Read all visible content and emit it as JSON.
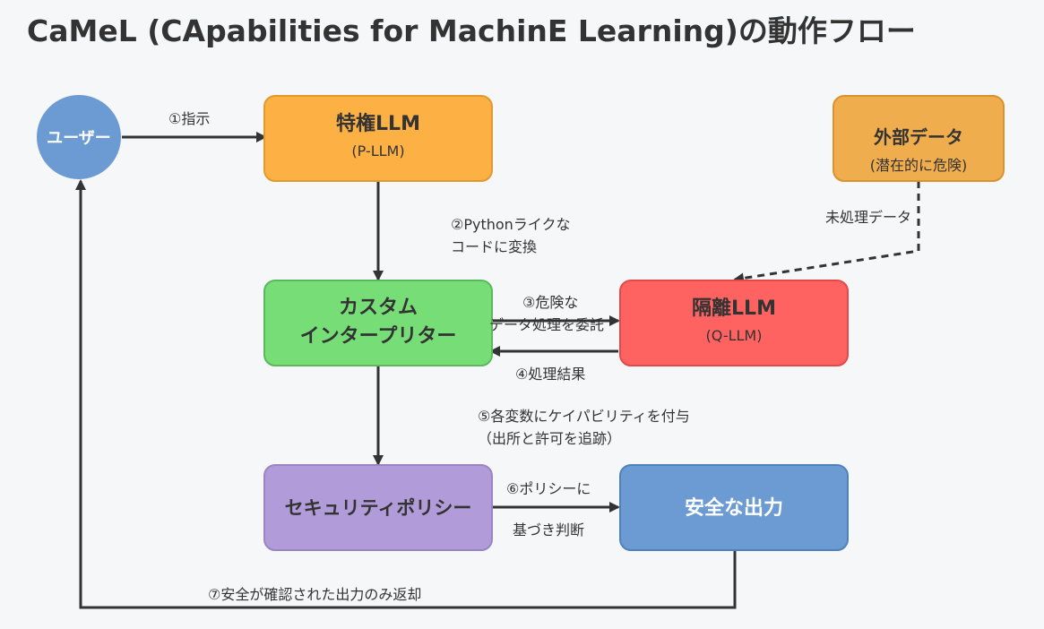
{
  "title": "CaMeL (CApabilities for MachinE Learning)の動作フロー",
  "colors": {
    "user": "#6b9bd2",
    "p_llm": "#fdb043",
    "interpreter": "#77dd77",
    "q_llm": "#ff6361",
    "policy": "#b19cd9",
    "output": "#6b9bd2",
    "external": "#f0ad4e",
    "arrow": "#333333"
  },
  "nodes": {
    "user": {
      "label": "ユーザー"
    },
    "p_llm": {
      "label": "特権LLM",
      "sub": "(P-LLM)"
    },
    "external": {
      "label": "外部データ",
      "sub": "(潜在的に危険)"
    },
    "interpreter": {
      "line1": "カスタム",
      "line2": "インタープリター"
    },
    "q_llm": {
      "label": "隔離LLM",
      "sub": "(Q-LLM)"
    },
    "policy": {
      "label": "セキュリティポリシー"
    },
    "output": {
      "label": "安全な出力"
    }
  },
  "edges": {
    "e1": "①指示",
    "e2": [
      "②Pythonライクな",
      "コードに変換"
    ],
    "e3": [
      "③危険な",
      "データ処理を委託"
    ],
    "e4": "④処理結果",
    "e5": [
      "⑤各変数にケイパビリティを付与",
      "（出所と許可を追跡）"
    ],
    "e6": [
      "⑥ポリシーに",
      "基づき判断"
    ],
    "e7": "⑦安全が確認された出力のみ返却",
    "raw": "未処理データ"
  }
}
